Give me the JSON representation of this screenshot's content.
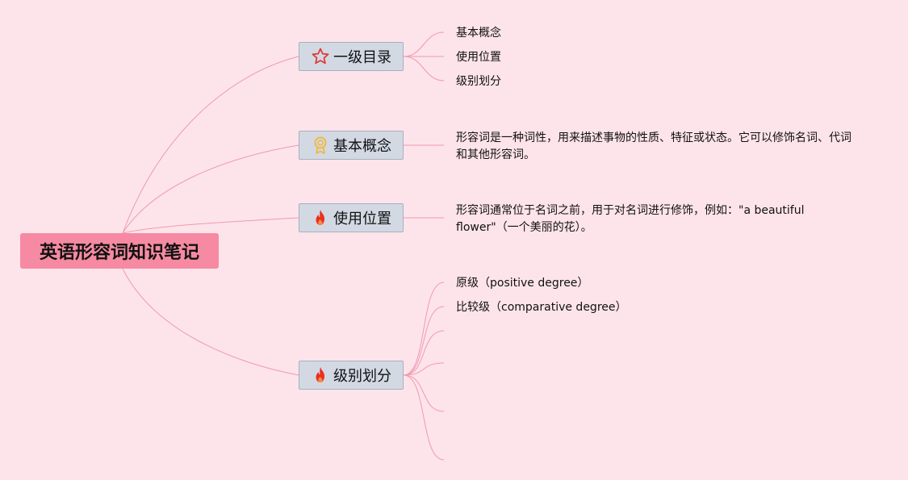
{
  "root": {
    "title": "英语形容词知识笔记"
  },
  "topics": [
    {
      "label": "一级目录",
      "icon": "star-icon",
      "children": [
        "基本概念",
        "使用位置",
        "级别划分"
      ]
    },
    {
      "label": "基本概念",
      "icon": "award-ribbon-icon",
      "description": "形容词是一种词性，用来描述事物的性质、特征或状态。它可以修饰名词、代词和其他形容词。"
    },
    {
      "label": "使用位置",
      "icon": "fire-icon",
      "description": "形容词通常位于名词之前，用于对名词进行修饰，例如：\"a beautiful flower\"（一个美丽的花）。"
    },
    {
      "label": "级别划分",
      "icon": "fire-icon",
      "children": [
        "原级（positive degree）",
        "比较级（comparative degree）"
      ]
    }
  ],
  "colors": {
    "background": "#fde4ea",
    "root_fill": "#f68aa2",
    "topic_fill": "#d3d9e3",
    "connector": "#f09ab0",
    "star": "#e03a3a",
    "award": "#f2b632",
    "fire": "#e8301f"
  }
}
